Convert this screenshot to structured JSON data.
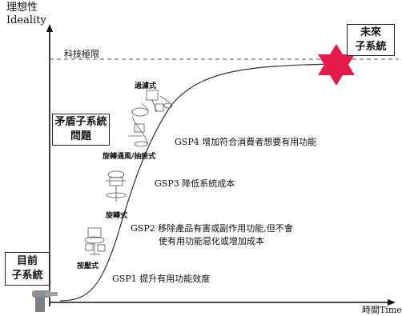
{
  "axes": {
    "y_label_zh": "理想性",
    "y_label_en": "Ideality",
    "x_label": "時間Time"
  },
  "limit_label": "科技極限",
  "future_box": {
    "line1": "未來",
    "line2": "子系統"
  },
  "current_box": {
    "line1": "目前",
    "line2": "子系統"
  },
  "contradiction_box": {
    "line1": "矛盾子系統",
    "line2": "問題"
  },
  "steps": [
    {
      "text": "GSP1  提升有用功能效度"
    },
    {
      "text": "GSP2  移除產品有害或副作用功能,但不會"
    },
    {
      "text": "使有用功能惡化或增加成本"
    },
    {
      "text": "GSP3  降低系統成本"
    },
    {
      "text": "GSP4  增加符合消費者想要有用功能"
    }
  ],
  "stages": [
    {
      "label": "按壓式"
    },
    {
      "label": "旋轉式"
    },
    {
      "label": "旋轉通風/抽瘀式"
    },
    {
      "label": "過濾式"
    }
  ],
  "colors": {
    "star": "#e6194b",
    "axis": "#111111",
    "dash": "#555555"
  }
}
